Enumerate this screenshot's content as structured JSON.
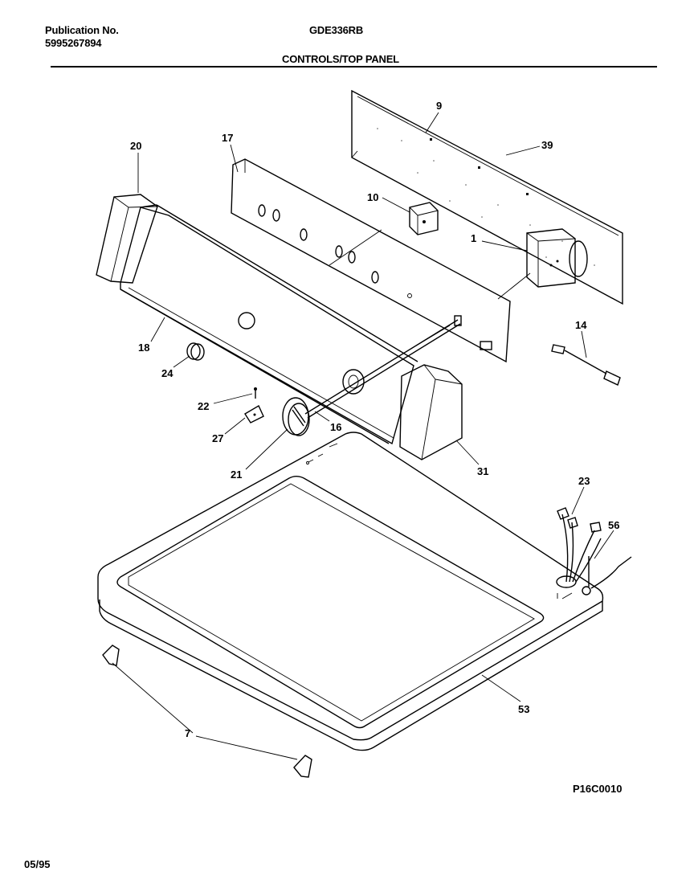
{
  "header": {
    "publication_label": "Publication No.",
    "publication_number": "5995267894",
    "model": "GDE336RB",
    "section_title": "CONTROLS/TOP PANEL"
  },
  "callouts": [
    {
      "id": "c9",
      "label": "9"
    },
    {
      "id": "c39",
      "label": "39"
    },
    {
      "id": "c20",
      "label": "20"
    },
    {
      "id": "c17",
      "label": "17"
    },
    {
      "id": "c10",
      "label": "10"
    },
    {
      "id": "c1",
      "label": "1"
    },
    {
      "id": "c14",
      "label": "14"
    },
    {
      "id": "c18",
      "label": "18"
    },
    {
      "id": "c24",
      "label": "24"
    },
    {
      "id": "c22",
      "label": "22"
    },
    {
      "id": "c16",
      "label": "16"
    },
    {
      "id": "c27",
      "label": "27"
    },
    {
      "id": "c21",
      "label": "21"
    },
    {
      "id": "c31",
      "label": "31"
    },
    {
      "id": "c23",
      "label": "23"
    },
    {
      "id": "c56",
      "label": "56"
    },
    {
      "id": "c53",
      "label": "53"
    },
    {
      "id": "c7",
      "label": "7"
    }
  ],
  "figure_code": "P16C0010",
  "date": "05/95"
}
